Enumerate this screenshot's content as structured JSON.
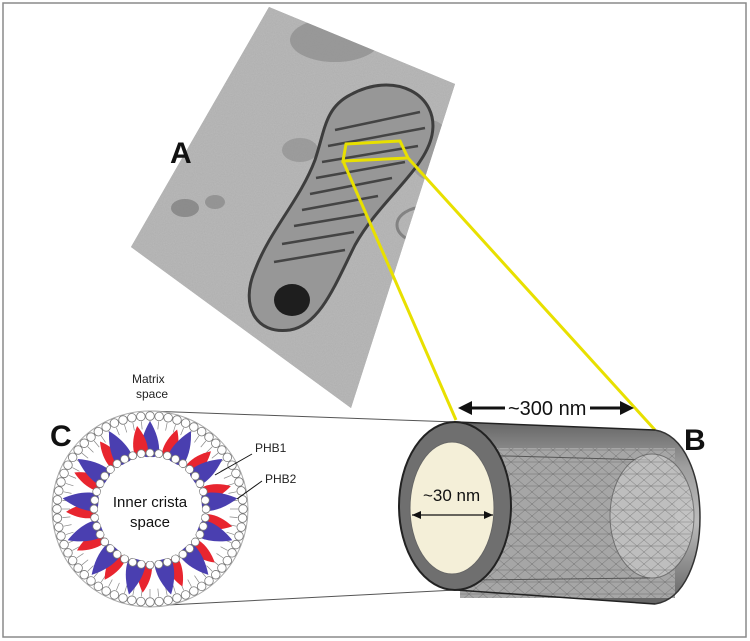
{
  "panels": {
    "a_label": "A",
    "b_label": "B",
    "c_label": "C"
  },
  "panel_c": {
    "matrix_label_line1": "Matrix",
    "matrix_label_line2": "space",
    "inner_label_line1": "Inner crista",
    "inner_label_line2": "space",
    "phb1_label": "PHB1",
    "phb2_label": "PHB2"
  },
  "panel_b": {
    "length_label": "~300 nm",
    "diameter_label": "~30 nm"
  },
  "colors": {
    "frame": "#8a8a8a",
    "zoom_lines": "#e8e000",
    "phb1": "#e8252f",
    "phb2": "#4a3fb0",
    "cylinder": "#7c7c7c",
    "lumen": "#f4efd8"
  }
}
